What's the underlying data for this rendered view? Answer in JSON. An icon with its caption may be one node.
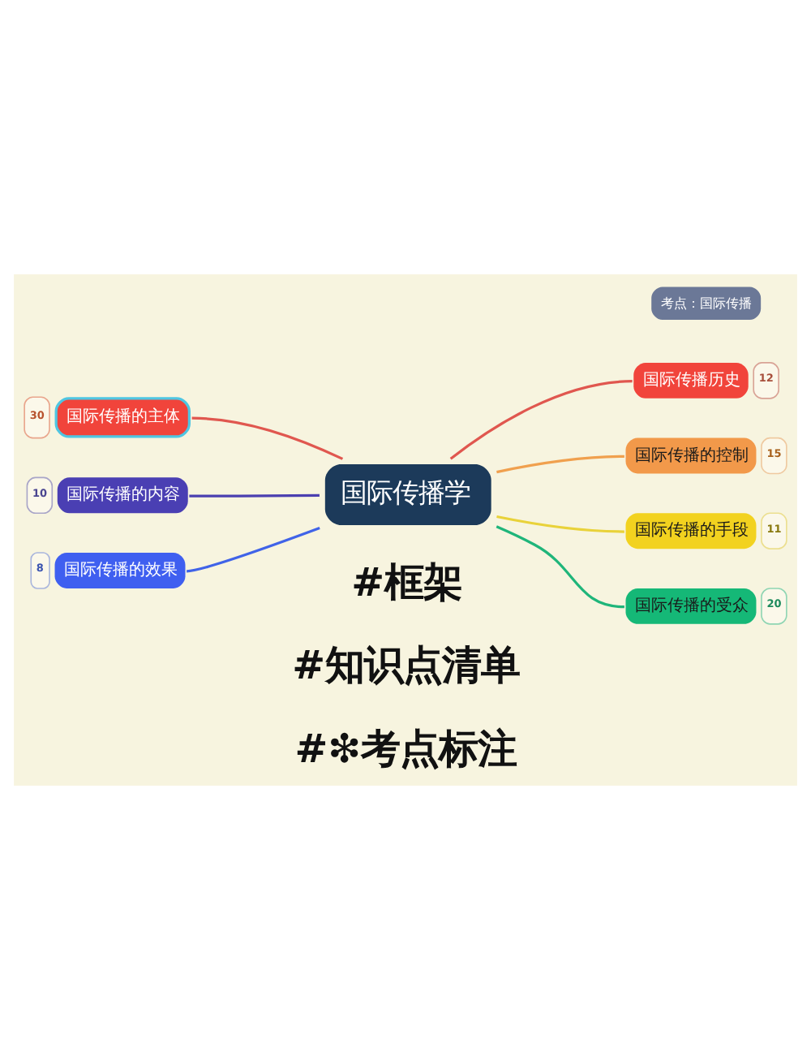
{
  "diagram": {
    "nodes": [
      {
        "text": [
          "国际传播学"
        ]
      },
      {
        "text": [
          "国际传播的主体"
        ],
        "beside": [
          "30"
        ]
      },
      {
        "text": [
          "国际传播的内容"
        ],
        "beside": [
          "10"
        ]
      },
      {
        "text": [
          "国际传播的效果"
        ],
        "beside": [
          "8"
        ]
      },
      {
        "text": [
          "国际传播历史"
        ],
        "beside": [
          "12"
        ]
      },
      {
        "text": [
          "国际传播的控制"
        ],
        "beside": [
          "15"
        ]
      },
      {
        "text": [
          "国际传播的手段"
        ],
        "beside": [
          "11"
        ]
      },
      {
        "text": [
          "国际传播的受众"
        ],
        "beside": [
          "20"
        ]
      }
    ],
    "edges": [
      {
        "from": 0,
        "to": 1,
        "arrow": "none",
        "color": "#e0574f"
      },
      {
        "from": 0,
        "to": 2,
        "arrow": "none",
        "color": "#4b3fb0"
      },
      {
        "from": 0,
        "to": 3,
        "arrow": "none",
        "color": "#4063e8"
      },
      {
        "from": 0,
        "to": 4,
        "arrow": "none",
        "color": "#e0574f"
      },
      {
        "from": 0,
        "to": 5,
        "arrow": "none",
        "color": "#f0a04e"
      },
      {
        "from": 0,
        "to": 6,
        "arrow": "none",
        "color": "#e9d23a"
      },
      {
        "from": 0,
        "to": 7,
        "arrow": "none",
        "color": "#1fb57a"
      }
    ],
    "labels": [
      "考点：国际传播",
      "#框架",
      "#知识点清单",
      "#❇考点标注"
    ]
  }
}
